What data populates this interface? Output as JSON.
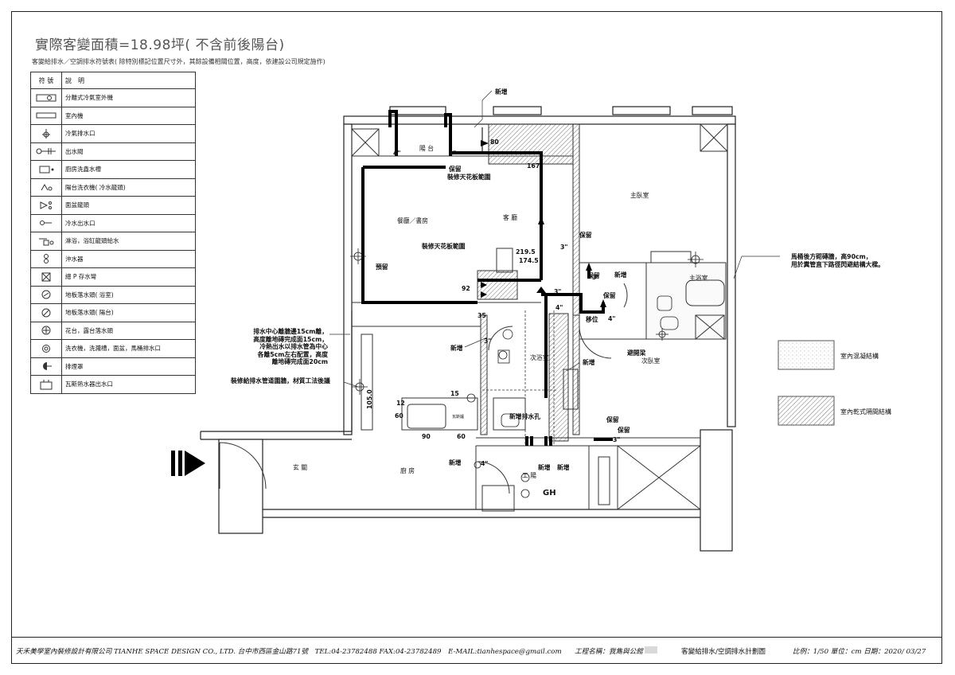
{
  "header": {
    "title": "實際客變面積=18.98坪( 不含前後陽台)",
    "subtitle": "客變給排水／空調排水符號表( 除特別標記位置尺寸外，其餘設備相關位置，高度，依建設公司規定施作)"
  },
  "legend": {
    "col_symbol": "符 號",
    "col_desc": "說　明",
    "rows": [
      {
        "icon": "outdoor-ac-unit-icon",
        "desc": "分離式冷氣室外機"
      },
      {
        "icon": "indoor-ac-unit-icon",
        "desc": "室內機"
      },
      {
        "icon": "ac-drain-icon",
        "desc": "冷氣排水口"
      },
      {
        "icon": "water-outlet-valve-icon",
        "desc": "出水閥"
      },
      {
        "icon": "kitchen-sink-icon",
        "desc": "廚房洗鑫水槽"
      },
      {
        "icon": "balcony-washer-icon",
        "desc": "陽台洗衣機( 冷水龍頭)"
      },
      {
        "icon": "basin-faucet-icon",
        "desc": "面盆龍頭"
      },
      {
        "icon": "cold-water-outlet-icon",
        "desc": "冷水出水口"
      },
      {
        "icon": "shower-faucet-icon",
        "desc": "淋浴，浴缸龍頭給水"
      },
      {
        "icon": "toilet-flush-icon",
        "desc": "沖水器"
      },
      {
        "icon": "p-trap-icon",
        "desc": "總 P 存水彎"
      },
      {
        "icon": "bath-floor-drain-icon",
        "desc": "地板落水頭( 浴室)"
      },
      {
        "icon": "balcony-floor-drain-icon",
        "desc": "地板落水頭( 陽台)"
      },
      {
        "icon": "planter-drain-icon",
        "desc": "花台，露台落水頭"
      },
      {
        "icon": "fixture-drain-icon",
        "desc": "洗衣機，洗濺槽，面盆，馬桶排水口"
      },
      {
        "icon": "exhaust-hood-icon",
        "desc": "排煙罩"
      },
      {
        "icon": "gas-water-heater-icon",
        "desc": "瓦斯熱水器出水口"
      }
    ]
  },
  "rooms": {
    "balcony": "陽 台",
    "dining_study": "餐廳／書房",
    "living": "客 廳",
    "master": "主臥室",
    "master_bath": "主浴室",
    "bath": "次浴室",
    "second_bed": "次臥室",
    "entry": "玄 關",
    "kitchen": "廚 房",
    "service": "工 陽"
  },
  "plan_labels": {
    "new_top": "新增",
    "keep_balcony": "保留",
    "ceiling_range_1": "裝修天花板範圍",
    "dim_167": "167",
    "dim_80": "80",
    "pipe_4a": "4\"",
    "pipe_4b": "4\"",
    "pipe_3a": "3\"",
    "pipe_3b": "3\"",
    "pipe_3c": "3\"",
    "pipe_4c": "4\"",
    "pipe_4d": "4\"",
    "pipe_4e": "4\"",
    "pipe_3d": "3\"",
    "pipe_3e": "3\"",
    "reserve": "預留",
    "keep_1": "保留",
    "keep_2": "保留",
    "ceiling_range_2": "裝修天花板範圍",
    "dim_219": "219.5",
    "dim_174": "174.5",
    "dim_92": "92",
    "dim_35": "35",
    "new_1": "新增",
    "keep_3": "保留",
    "move": "移位",
    "new_2": "新增",
    "new_3": "新增",
    "avoid_beam": "避開梁",
    "keep_4": "保留",
    "keep_5": "保留",
    "new_4": "新增",
    "new_5": "新增",
    "new_6": "新增",
    "dim_105": "105.0",
    "dim_90": "90",
    "dim_60a": "60",
    "dim_60b": "60",
    "dim_15": "15",
    "dim_12": "12",
    "cooktop": "瓦斯爐",
    "add_window": "新增排水孔",
    "gh": "GH"
  },
  "notes": {
    "drain_note": [
      "排水中心離牆邊15cm離，",
      "高度離地磚完成面15cm，",
      "冷熱出水以排水管為中心",
      "各離5cm左右配置，高度",
      "離地磚完成面20cm"
    ],
    "pipe_note": "裝修給排水管道圍牆，材質工法後議",
    "toilet_note": [
      "馬桶後方砌磚牆，高90cm，",
      "用於糞管直下路徑閃避結構大樑。"
    ]
  },
  "material_legend": {
    "concrete": "室內混凝結構",
    "dry_partition": "室內乾式隔間結構"
  },
  "footer": {
    "company": "天禾美學室內裝修設計有限公司 TIANHE SPACE DESIGN CO., LTD. 台中市西區金山路71號　TEL:04-23782488 FAX:04-23782489　E-MAIL:tianhespace@gmail.com",
    "project": "工程名稱：我雋與公館",
    "drawing": "客變給排水/空調排水計劃圖",
    "meta": "比例：1/50 單位：cm 日期：2020/ 03/27"
  }
}
